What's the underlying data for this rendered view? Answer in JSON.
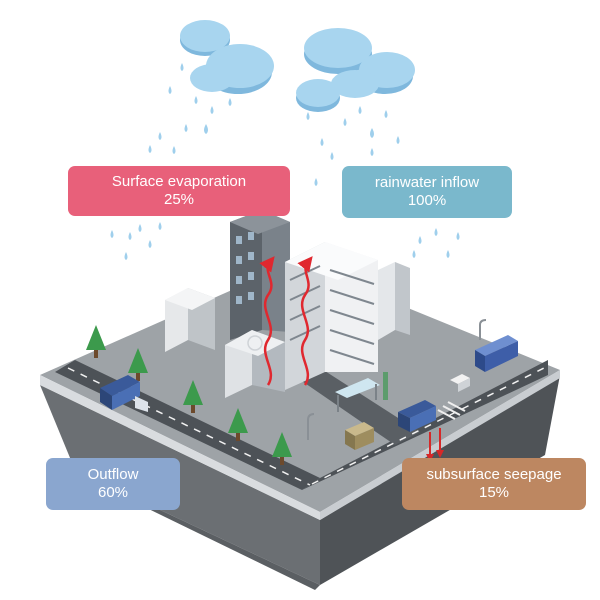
{
  "labels": {
    "evaporation": {
      "title": "Surface evaporation",
      "value": "25%",
      "color": "#e8607a"
    },
    "rainwater": {
      "title": "rainwater inflow",
      "value": "100%",
      "color": "#7ab8cc"
    },
    "outflow": {
      "title": "Outflow",
      "value": "60%",
      "color": "#8aa6cf"
    },
    "seepage": {
      "title": "subsurface seepage",
      "value": "15%",
      "color": "#bd8761"
    }
  },
  "arrows": {
    "evaporation": "#e0282f",
    "seepage": "#d62828"
  },
  "palette": {
    "cloud": "#a8d5ef",
    "raindrop": "#9fcfec",
    "ground": "#9ea3a7",
    "road": "#4d5257",
    "tree": "#3c9a4c"
  }
}
